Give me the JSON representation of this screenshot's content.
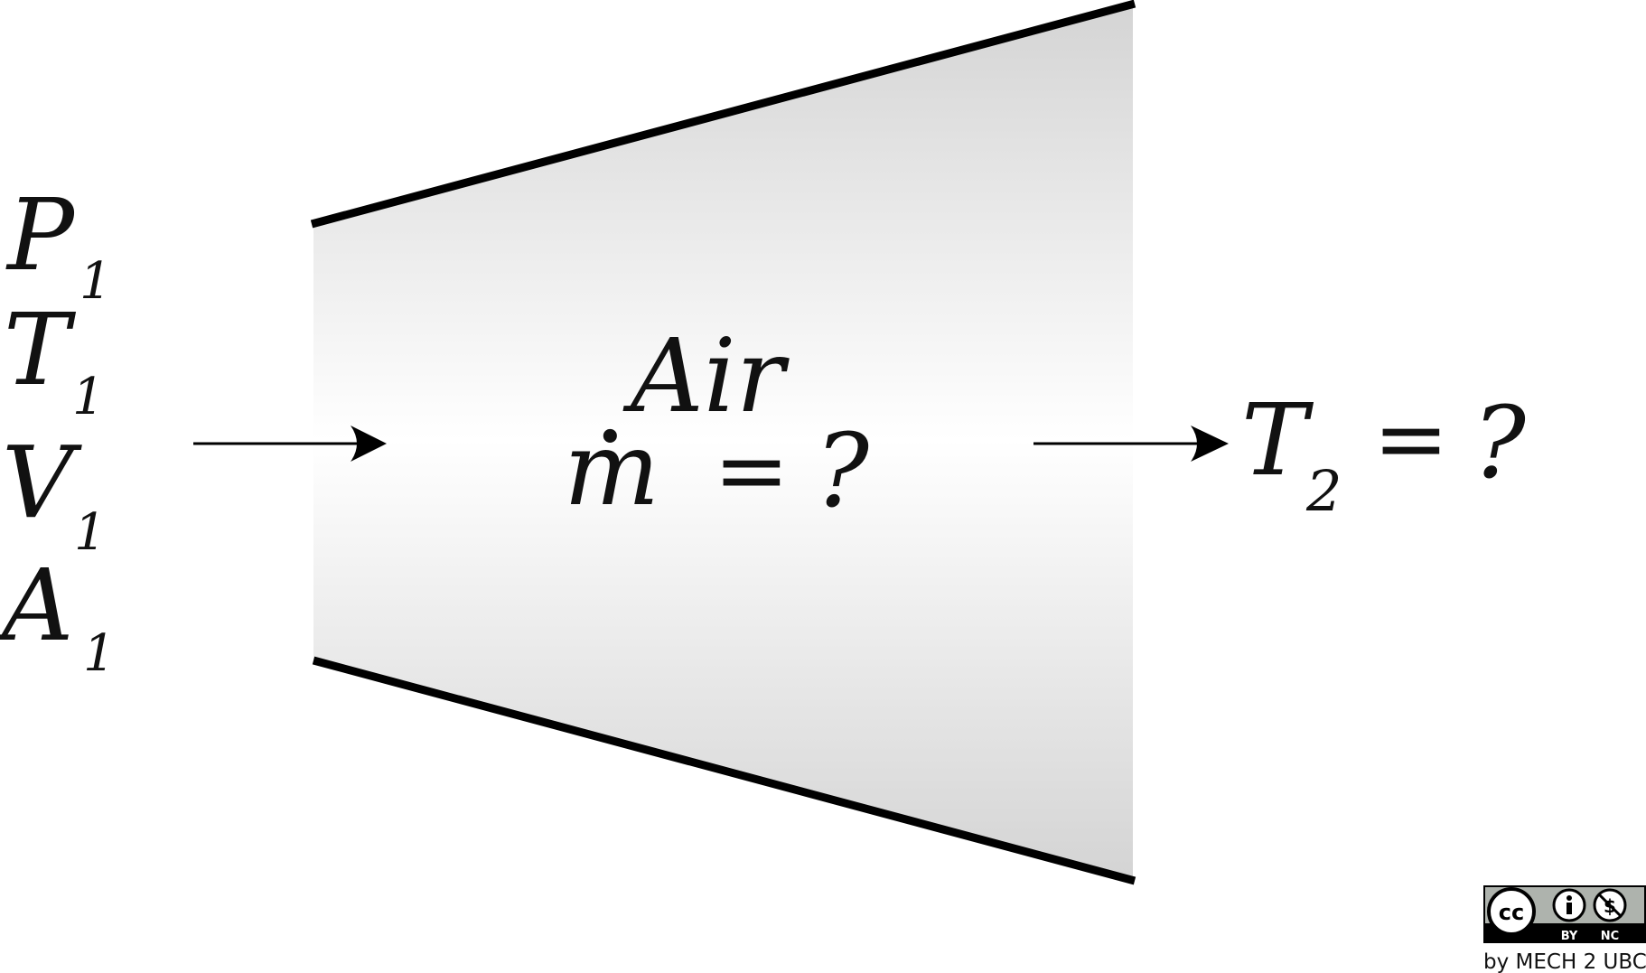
{
  "inlet": {
    "labels": [
      {
        "symbol": "P",
        "sub": "1"
      },
      {
        "symbol": "T",
        "sub": "1"
      },
      {
        "symbol": "V",
        "sub": "1"
      },
      {
        "symbol": "A",
        "sub": "1"
      }
    ]
  },
  "duct": {
    "fluid_label": "Air",
    "mass_flow": {
      "symbol": "m",
      "dot": "•",
      "equals": "=",
      "unknown": "?"
    },
    "fill_color": "#d4d4d4",
    "highlight_color": "#ffffff",
    "wall_color": "#000000"
  },
  "outlet": {
    "symbol": "T",
    "sub": "2",
    "equals": "=",
    "unknown": "?"
  },
  "license": {
    "cc": "cc",
    "by": "BY",
    "nc": "NC",
    "attribution": "by MECH 2 UBC"
  }
}
